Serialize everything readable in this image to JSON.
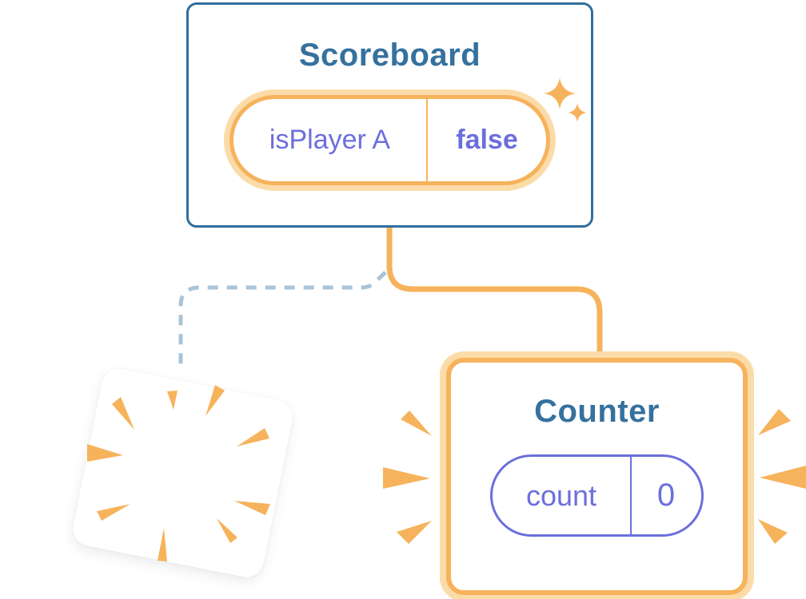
{
  "colors": {
    "card_border_blue": "#2F6F9D",
    "title_blue": "#35719E",
    "state_purple": "#6B6FDC",
    "orange": "#F6B35C",
    "orange_light": "#FBDCA9",
    "dashed_line_blue": "#A9C4D8",
    "card_background": "#FFFFFF"
  },
  "diagram": {
    "scoreboard": {
      "title": "Scoreboard",
      "state_pill": {
        "name": "isPlayer A",
        "value": "false"
      }
    },
    "counter": {
      "title": "Counter",
      "state_pill": {
        "name": "count",
        "value": "0"
      }
    },
    "connectors": {
      "solid_connector": "scoreboard-to-counter",
      "dashed_connector": "scoreboard-to-destroyed-card"
    },
    "icons": {
      "sparkles_icon": "two four-point stars (new state created)",
      "burst_rays_icon": "radiating triangles (component destroyed)",
      "emphasis_marks_icon": "triangle bang marks around counter"
    }
  }
}
